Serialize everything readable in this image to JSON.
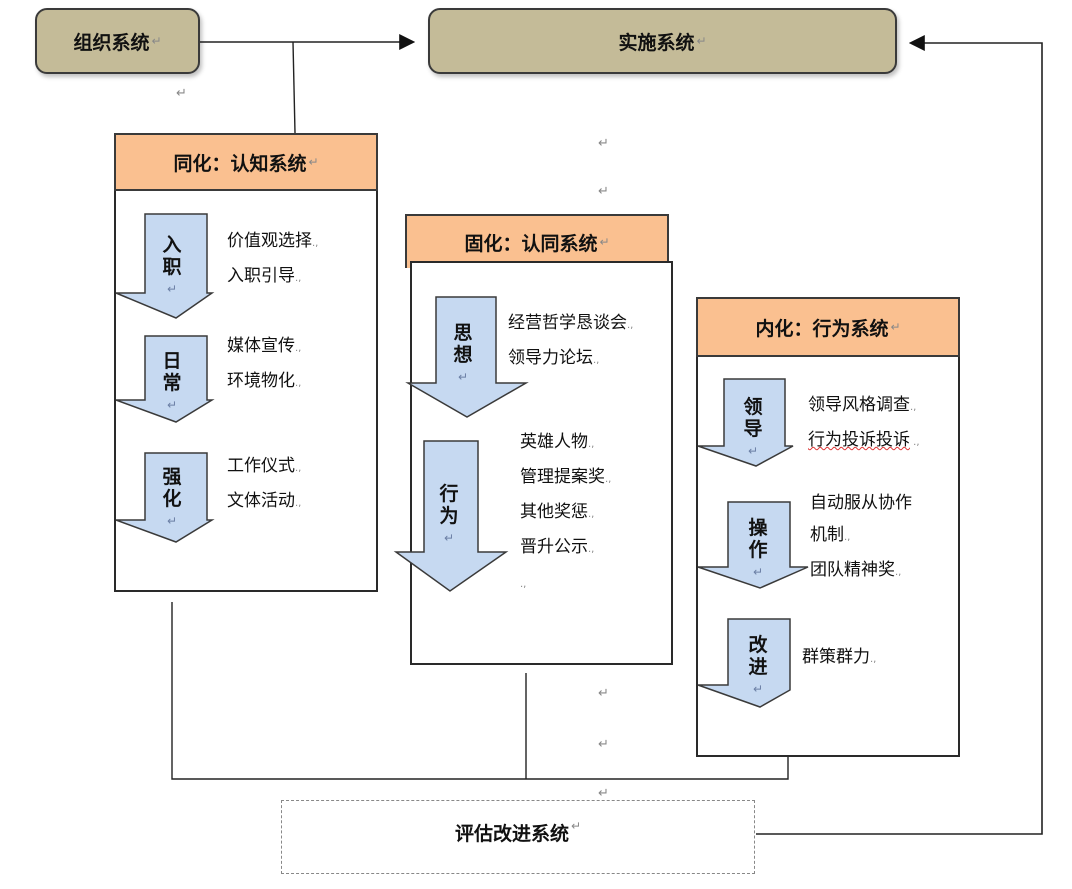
{
  "top": {
    "org_system": "组织系统",
    "impl_system": "实施系统"
  },
  "paragraph_mark": "↵",
  "panels": {
    "cognition": {
      "title": "同化：认知系统",
      "arrows": [
        {
          "label": [
            "入",
            "职"
          ],
          "items": [
            "价值观选择",
            "入职引导"
          ]
        },
        {
          "label": [
            "日",
            "常"
          ],
          "items": [
            "媒体宣传",
            "环境物化"
          ]
        },
        {
          "label": [
            "强",
            "化"
          ],
          "items": [
            "工作仪式",
            "文体活动"
          ]
        }
      ]
    },
    "identity": {
      "title": "固化：认同系统",
      "arrows": [
        {
          "label": [
            "思",
            "想"
          ],
          "items": [
            "经营哲学恳谈会",
            "领导力论坛"
          ]
        },
        {
          "label": [
            "行",
            "为"
          ],
          "items": [
            "英雄人物",
            "管理提案奖",
            "其他奖惩",
            "晋升公示",
            ""
          ]
        }
      ]
    },
    "behavior": {
      "title": "内化：行为系统",
      "arrows": [
        {
          "label": [
            "领",
            "导"
          ],
          "items": [
            "领导风格调查",
            "行为投诉投诉"
          ]
        },
        {
          "label": [
            "操",
            "作"
          ],
          "items": [
            "自动服从协作",
            "机制",
            "团队精神奖"
          ]
        },
        {
          "label": [
            "改",
            "进"
          ],
          "items": [
            "群策群力"
          ]
        }
      ]
    }
  },
  "eval_system": "评估改进系统",
  "colors": {
    "system_box": "#c4bb98",
    "panel_header": "#fac090",
    "arrow_fill": "#c6d9f1"
  }
}
